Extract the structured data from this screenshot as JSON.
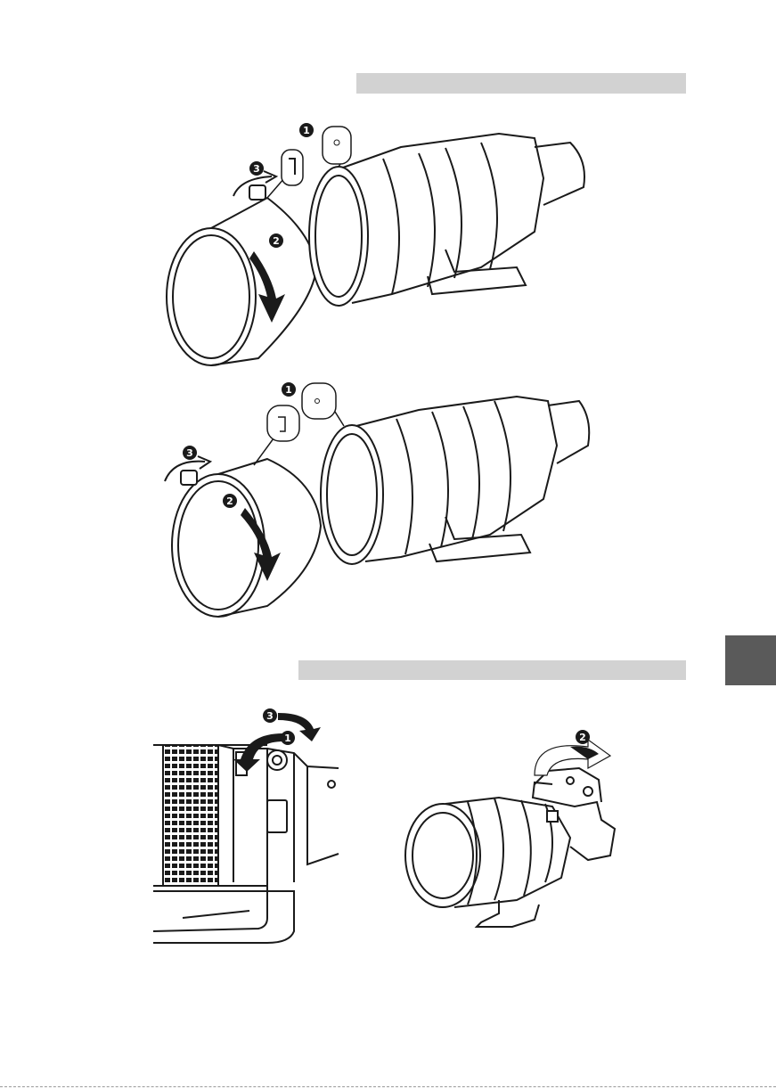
{
  "steps": {
    "one": "1",
    "two": "2",
    "three": "3"
  },
  "colors": {
    "section_bar": "#d2d2d2",
    "thumb_tab": "#5a5a5a",
    "line": "#1a1a1a"
  }
}
